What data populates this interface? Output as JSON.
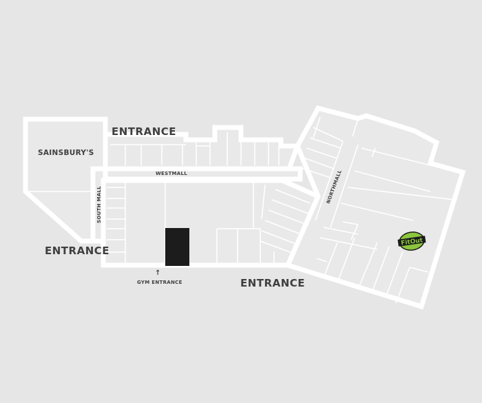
{
  "labels": {
    "sainsburys": "SAINSBURY'S",
    "entrance_top": "ENTRANCE",
    "entrance_left": "ENTRANCE",
    "entrance_bottom": "ENTRANCE",
    "west_mall": "WESTMALL",
    "south_mall": "SOUTH MALL",
    "north_mall": "NORTHMALL",
    "gym_entrance": "GYM ENTRANCE",
    "gym_arrow": "↑"
  },
  "logo": {
    "text": "FitOut",
    "primary_color": "#8cc63f",
    "dark_color": "#1a1a1a"
  },
  "colors": {
    "background": "#e6e6e6",
    "walls": "#ffffff",
    "gym_block": "#1c1c1c"
  }
}
